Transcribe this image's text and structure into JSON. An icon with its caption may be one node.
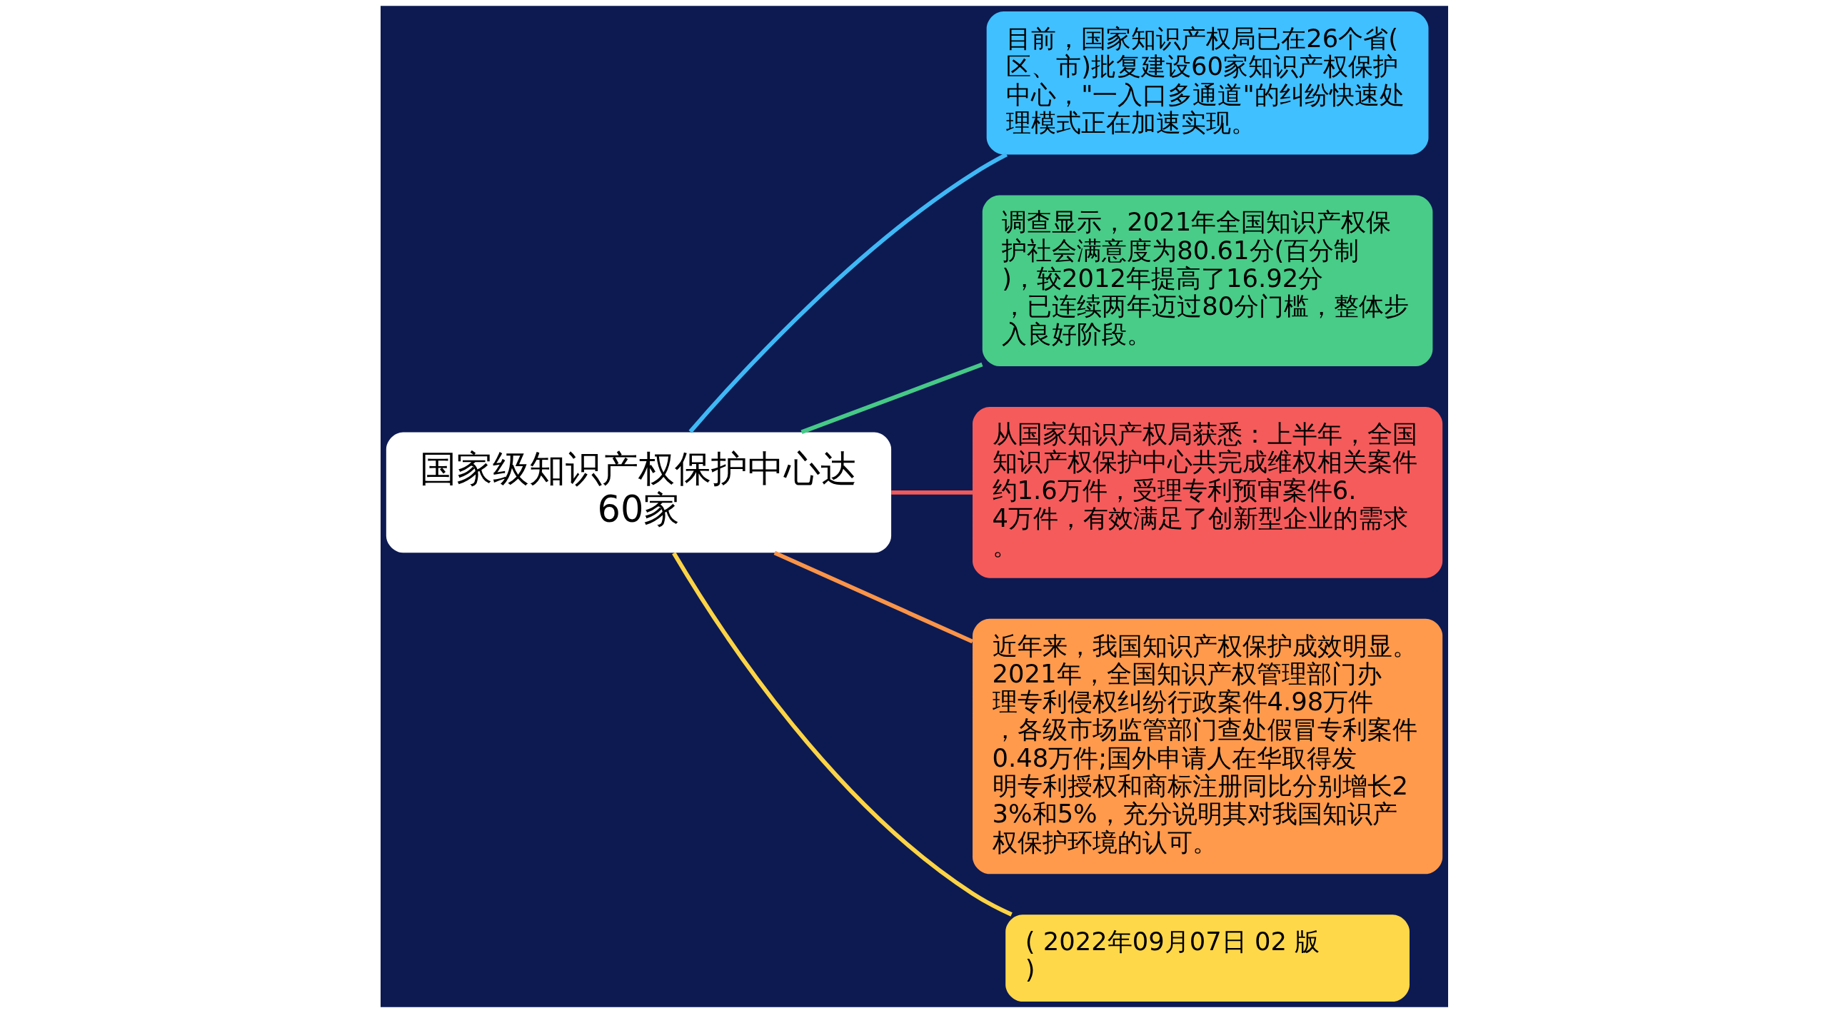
{
  "diagram": {
    "nodes": [
      {
        "text": [
          "国家级知识产权保护中心达60家"
        ]
      },
      {
        "text": [
          "目前，国家知识产权局已在26个省(区、市)批复建设60家知识产权保护中心，\"一入口多通道\"的纠纷快速处理模式正在加速实现。"
        ]
      },
      {
        "text": [
          "调查显示，2021年全国知识产权保护社会满意度为80.61分(百分制)，较2012年提高了16.92分，已连续两年迈过80分门槛，整体步入良好阶段。"
        ]
      },
      {
        "text": [
          "从国家知识产权局获悉：上半年，全国知识产权保护中心共完成维权相关案件约1.6万件，受理专利预审案件6.4万件，有效满足了创新型企业的需求。"
        ]
      },
      {
        "text": [
          "近年来，我国知识产权保护成效明显。2021年，全国知识产权管理部门办理专利侵权纠纷行政案件4.98万件，各级市场监管部门查处假冒专利案件0.48万件;国外申请人在华取得发明专利授权和商标注册同比分别增长23%和5%，充分说明其对我国知识产权保护环境的认可。"
        ]
      },
      {
        "text": [
          "( 2022年09月07日 02 版)"
        ]
      }
    ],
    "edges": [
      {
        "from": 0,
        "to": 1,
        "arrow": "none",
        "color": "#3fb8f5"
      },
      {
        "from": 0,
        "to": 2,
        "arrow": "none",
        "color": "#46c987"
      },
      {
        "from": 0,
        "to": 3,
        "arrow": "none",
        "color": "#f05a5a"
      },
      {
        "from": 0,
        "to": 4,
        "arrow": "none",
        "color": "#fb9448"
      },
      {
        "from": 0,
        "to": 5,
        "arrow": "none",
        "color": "#fdd445"
      }
    ]
  }
}
